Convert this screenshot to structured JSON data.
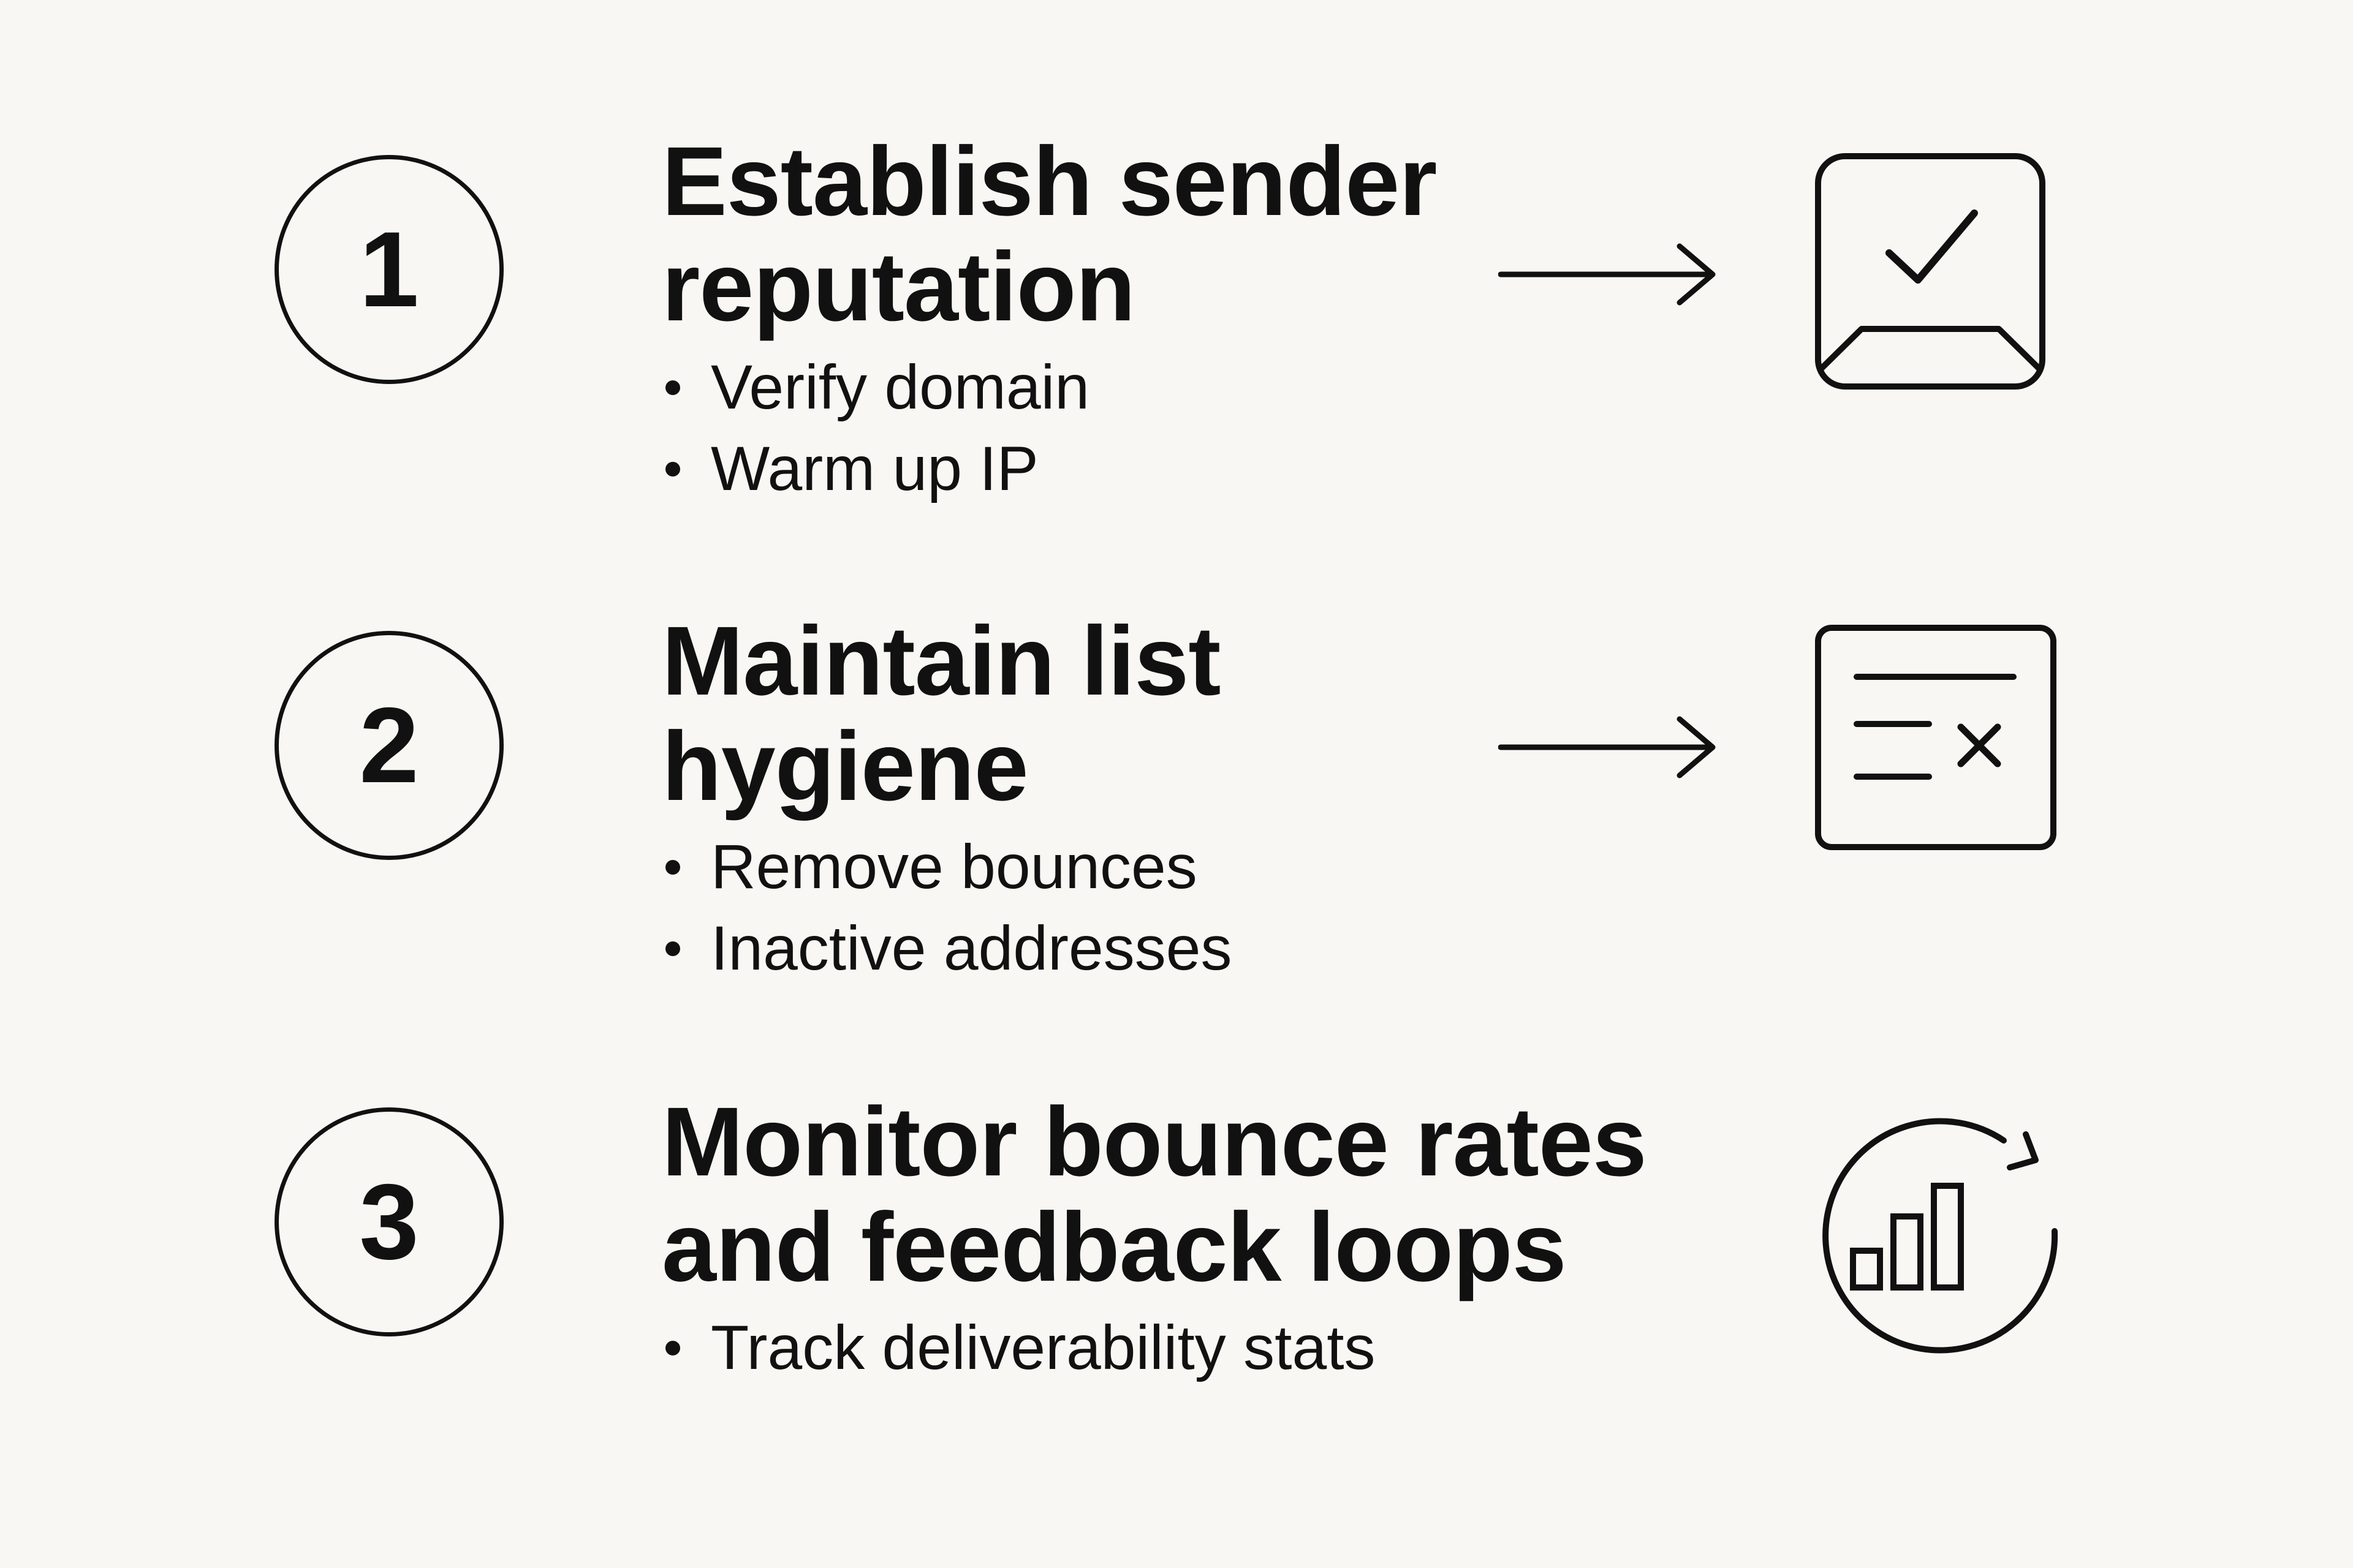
{
  "steps": [
    {
      "number": "1",
      "title_line1": "Establish sender",
      "title_line2": "reputation",
      "bullets": [
        "Verify domain",
        "Warm up IP"
      ],
      "icon": "inbox-check-icon"
    },
    {
      "number": "2",
      "title_line1": "Maintain list",
      "title_line2": "hygiene",
      "bullets": [
        "Remove bounces",
        "Inactive addresses"
      ],
      "icon": "list-remove-icon"
    },
    {
      "number": "3",
      "title_line1": "Monitor bounce rates",
      "title_line2": "and feedback loops",
      "bullets": [
        "Track deliverability stats"
      ],
      "icon": "bar-chart-refresh-icon"
    }
  ],
  "colors": {
    "background": "#f8f7f3",
    "ink": "#111111"
  }
}
